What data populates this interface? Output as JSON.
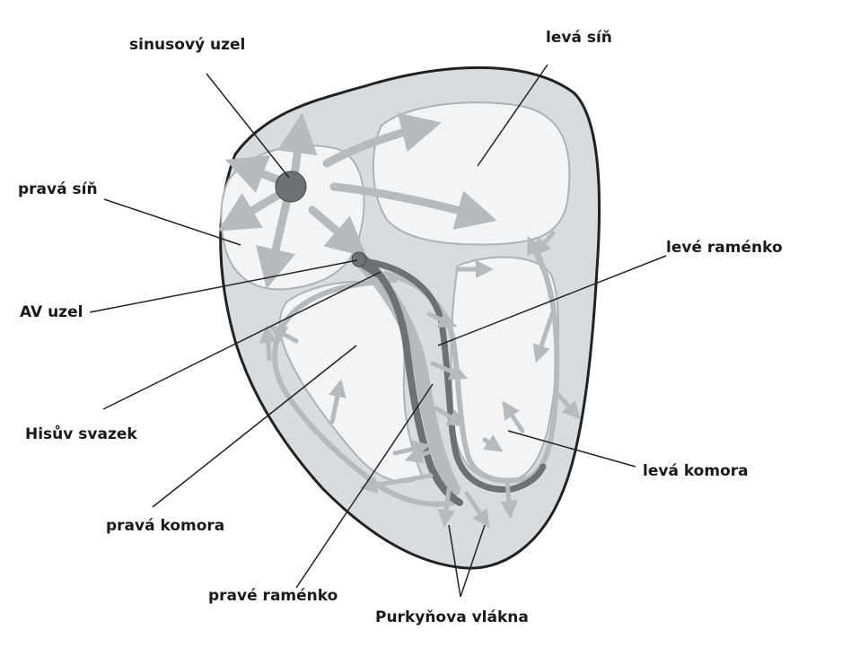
{
  "labels": {
    "sinus_node": "sinusový uzel",
    "left_atrium": "levá síň",
    "right_atrium": "pravá síň",
    "left_bundle_branch": "levé raménko",
    "av_node": "AV uzel",
    "bundle_of_his": "Hisův svazek",
    "left_ventricle": "levá komora",
    "right_ventricle": "pravá komora",
    "right_bundle_branch": "pravé raménko",
    "purkinje_fibers": "Purkyňova vlákna"
  },
  "colors": {
    "heart_fill": "#d9dcdf",
    "chamber_fill": "#f3f4f5",
    "arrow_fill": "#b6babe",
    "conduction_dark": "#6d7176",
    "outline": "#222222"
  }
}
